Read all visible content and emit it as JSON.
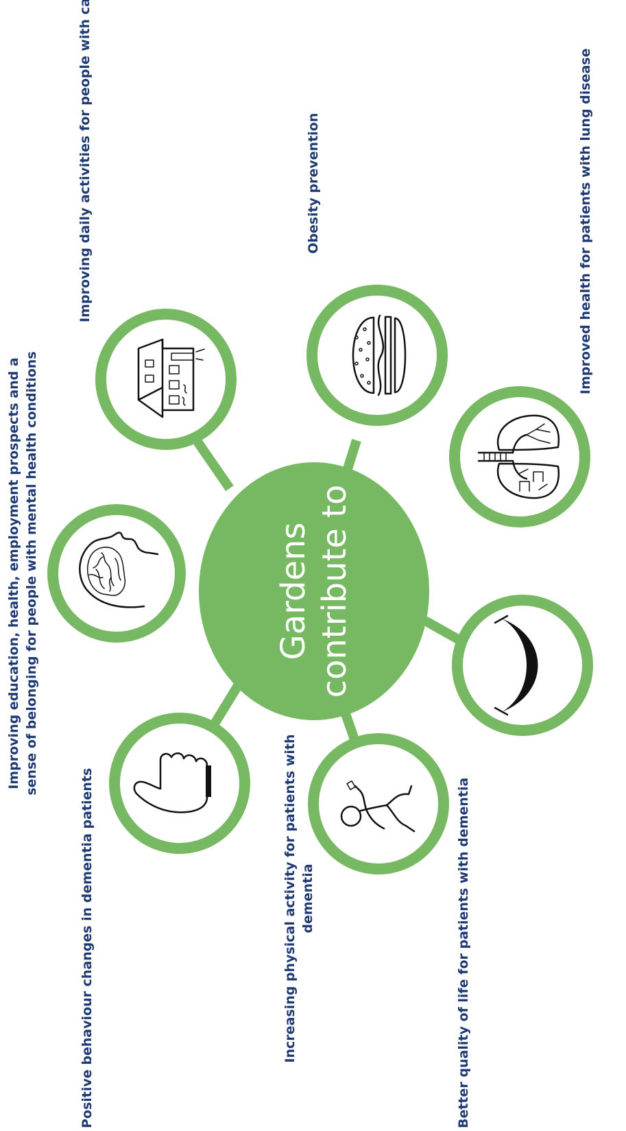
{
  "colors": {
    "accent_green": "#77b963",
    "label_blue": "#1f3a73"
  },
  "hub": {
    "line1": "Gardens",
    "line2": "contribute to"
  },
  "nodes": [
    {
      "id": "mental-health",
      "icon": "head-with-brain-icon",
      "label": [
        "Improving education, health, employment prospects and a",
        "sense of belonging for people with mental health conditions"
      ]
    },
    {
      "id": "cancer",
      "icon": "house-icon",
      "label": [
        "Improving daily activities for people with cancer"
      ]
    },
    {
      "id": "obesity",
      "icon": "burger-icon",
      "label": [
        "Obesity prevention"
      ]
    },
    {
      "id": "lung",
      "icon": "lungs-icon",
      "label": [
        "Improved health for patients with lung disease"
      ]
    },
    {
      "id": "quality-of-life",
      "icon": "smile-icon",
      "label": [
        "Better quality of life for patients with dementia"
      ]
    },
    {
      "id": "physical-activity",
      "icon": "running-person-icon",
      "label": [
        "Increasing physical activity for patients with",
        "dementia"
      ]
    },
    {
      "id": "behaviour",
      "icon": "thumbs-up-icon",
      "label": [
        "Positive behaviour changes in dementia patients"
      ]
    }
  ]
}
